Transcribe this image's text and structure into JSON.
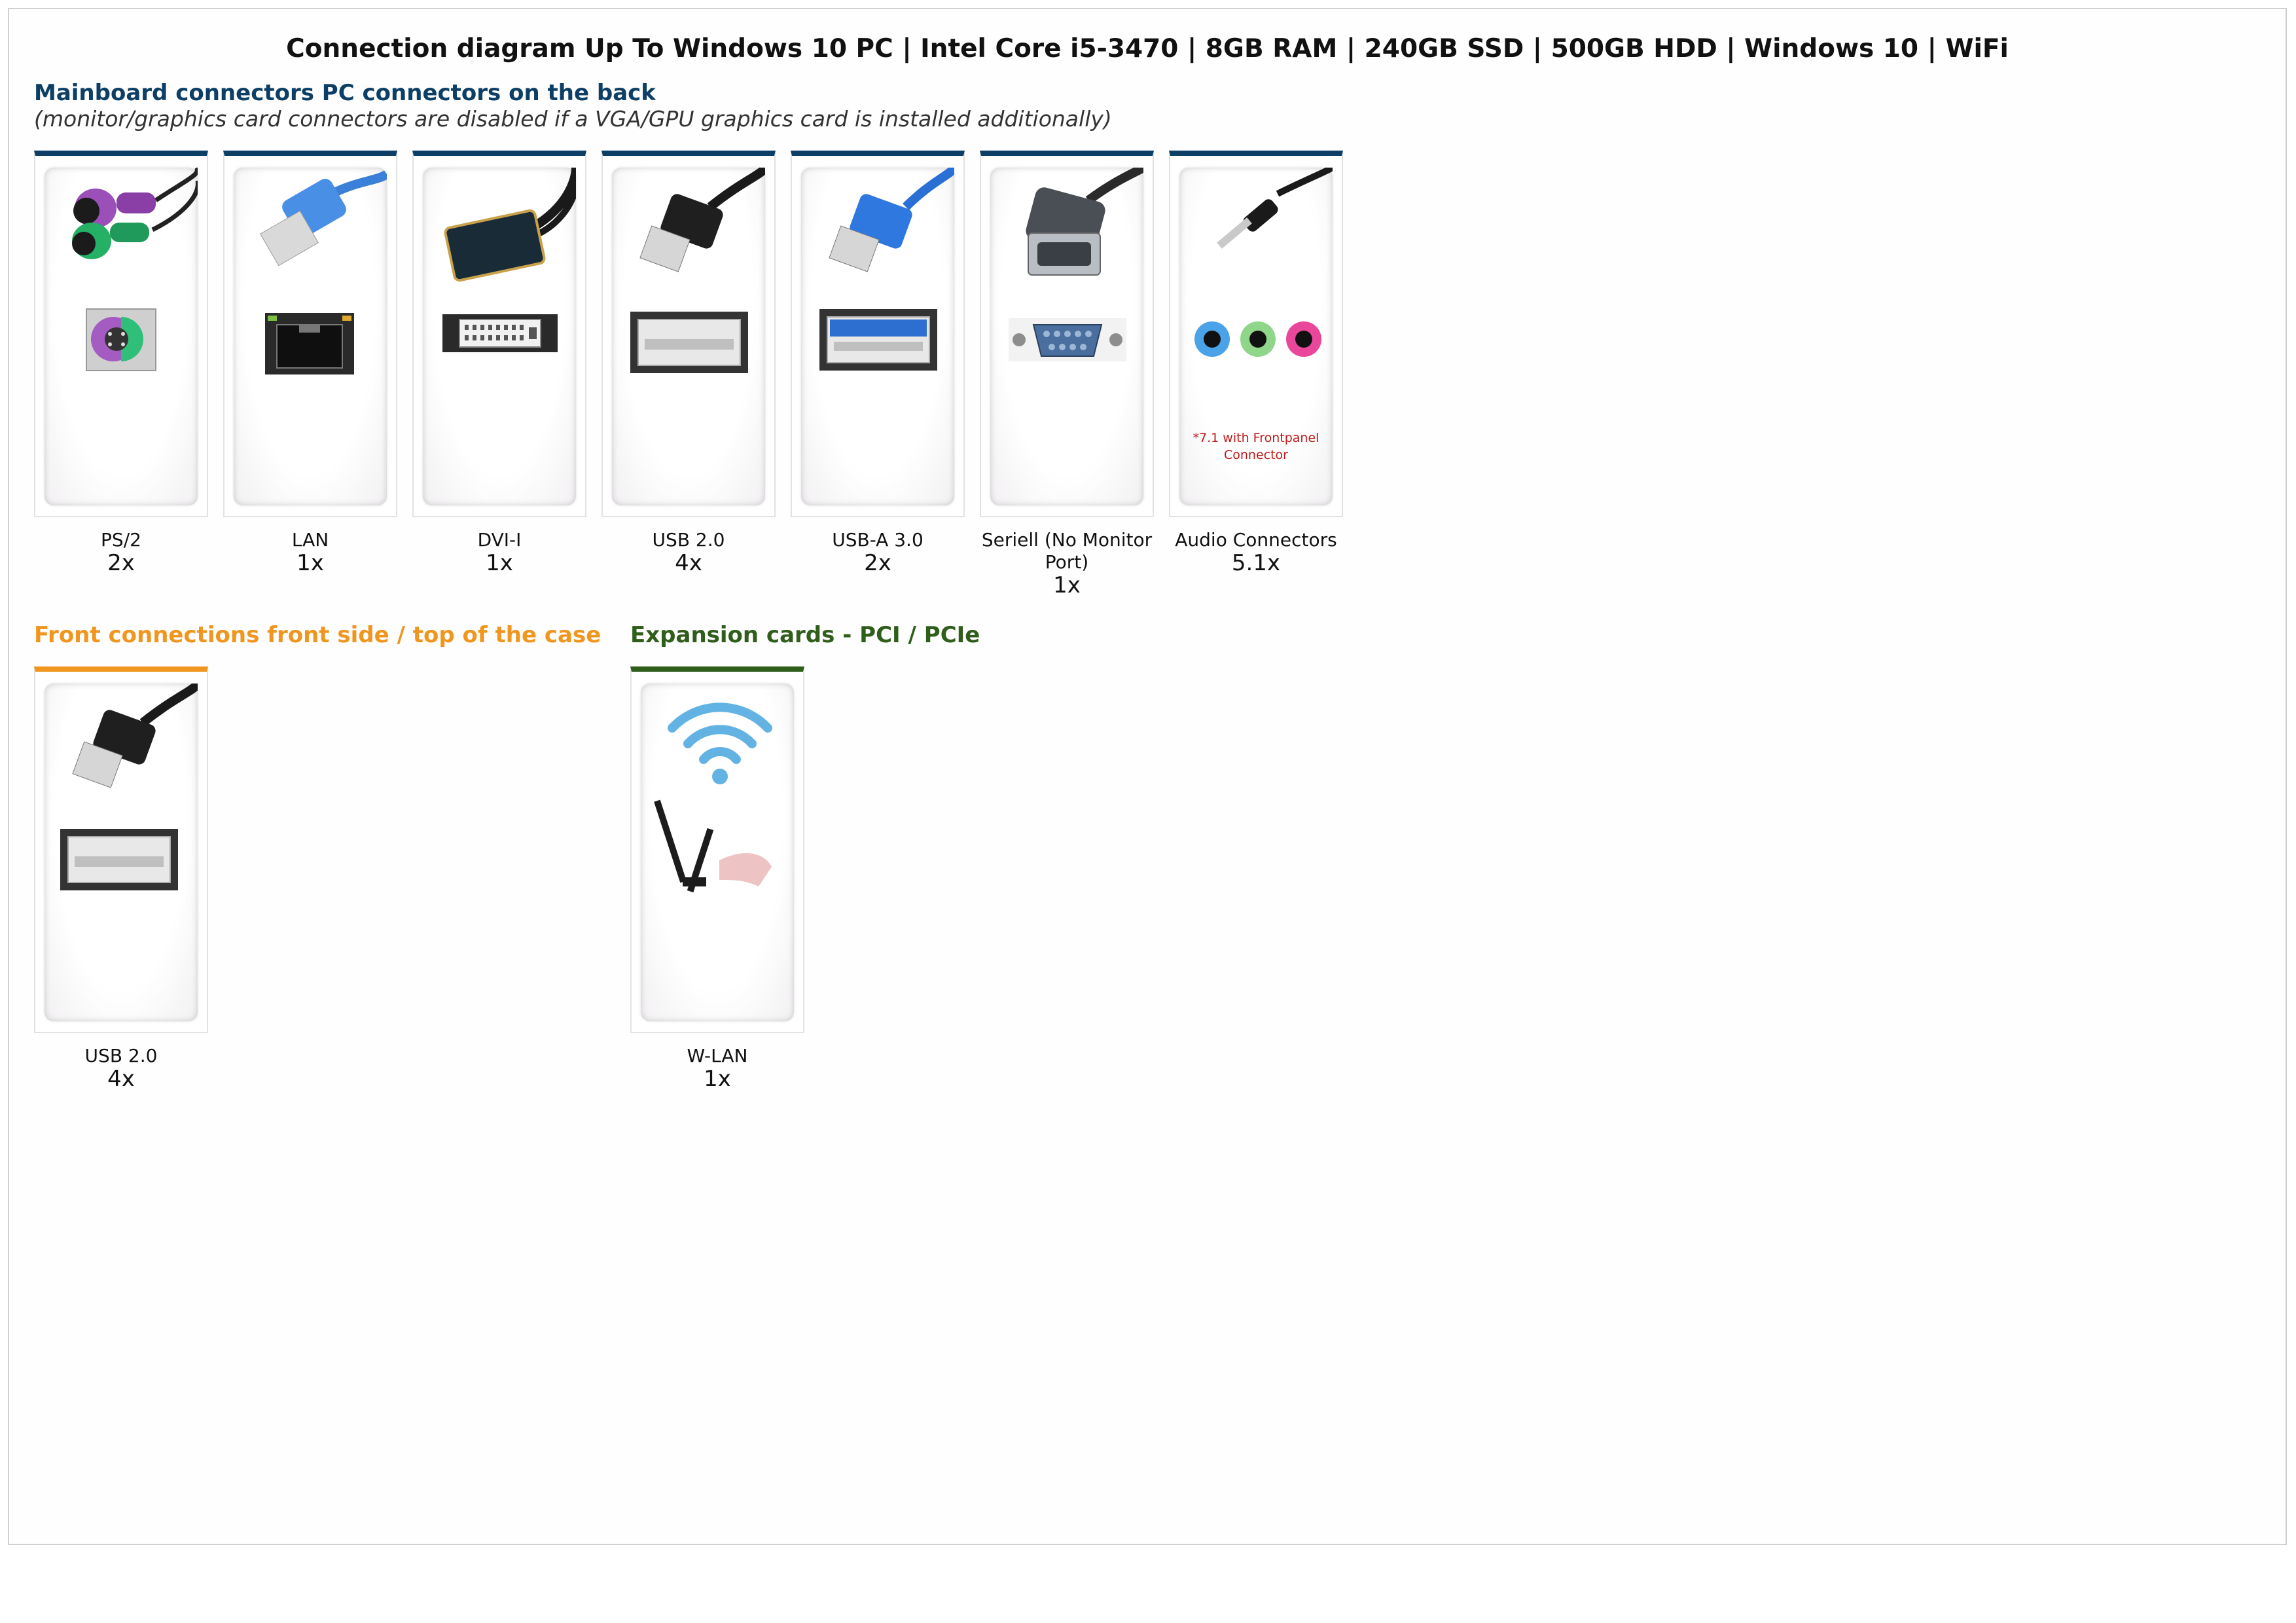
{
  "title": "Connection diagram Up To Windows 10 PC | Intel Core i5-3470 | 8GB RAM | 240GB SSD | 500GB HDD | Windows 10 | WiFi",
  "colors": {
    "mainboard": "#0d3f66",
    "front": "#f0961e",
    "expansion": "#2f5d1a",
    "note": "#c01818"
  },
  "mainboard": {
    "heading": "Mainboard connectors PC connectors on the back",
    "subheading": "(monitor/graphics card connectors are disabled if a VGA/GPU graphics card is installed additionally)",
    "cards": [
      {
        "icon": "ps2-connector-icon",
        "label": "PS/2",
        "count": "2x"
      },
      {
        "icon": "lan-connector-icon",
        "label": "LAN",
        "count": "1x"
      },
      {
        "icon": "dvi-connector-icon",
        "label": "DVI-I",
        "count": "1x"
      },
      {
        "icon": "usb2-connector-icon",
        "label": "USB 2.0",
        "count": "4x"
      },
      {
        "icon": "usb3-connector-icon",
        "label": "USB-A 3.0",
        "count": "2x"
      },
      {
        "icon": "serial-connector-icon",
        "label": "Seriell (No Monitor Port)",
        "count": "1x"
      },
      {
        "icon": "audio-connector-icon",
        "label": "Audio Connectors",
        "count": "5.1x",
        "note": "*7.1 with Frontpanel Connector"
      }
    ]
  },
  "front": {
    "heading": "Front connections front side / top of the case",
    "cards": [
      {
        "icon": "usb2-connector-icon",
        "label": "USB 2.0",
        "count": "4x"
      }
    ]
  },
  "expansion": {
    "heading": "Expansion cards - PCI / PCIe",
    "cards": [
      {
        "icon": "wlan-card-icon",
        "label": "W-LAN",
        "count": "1x"
      }
    ]
  }
}
